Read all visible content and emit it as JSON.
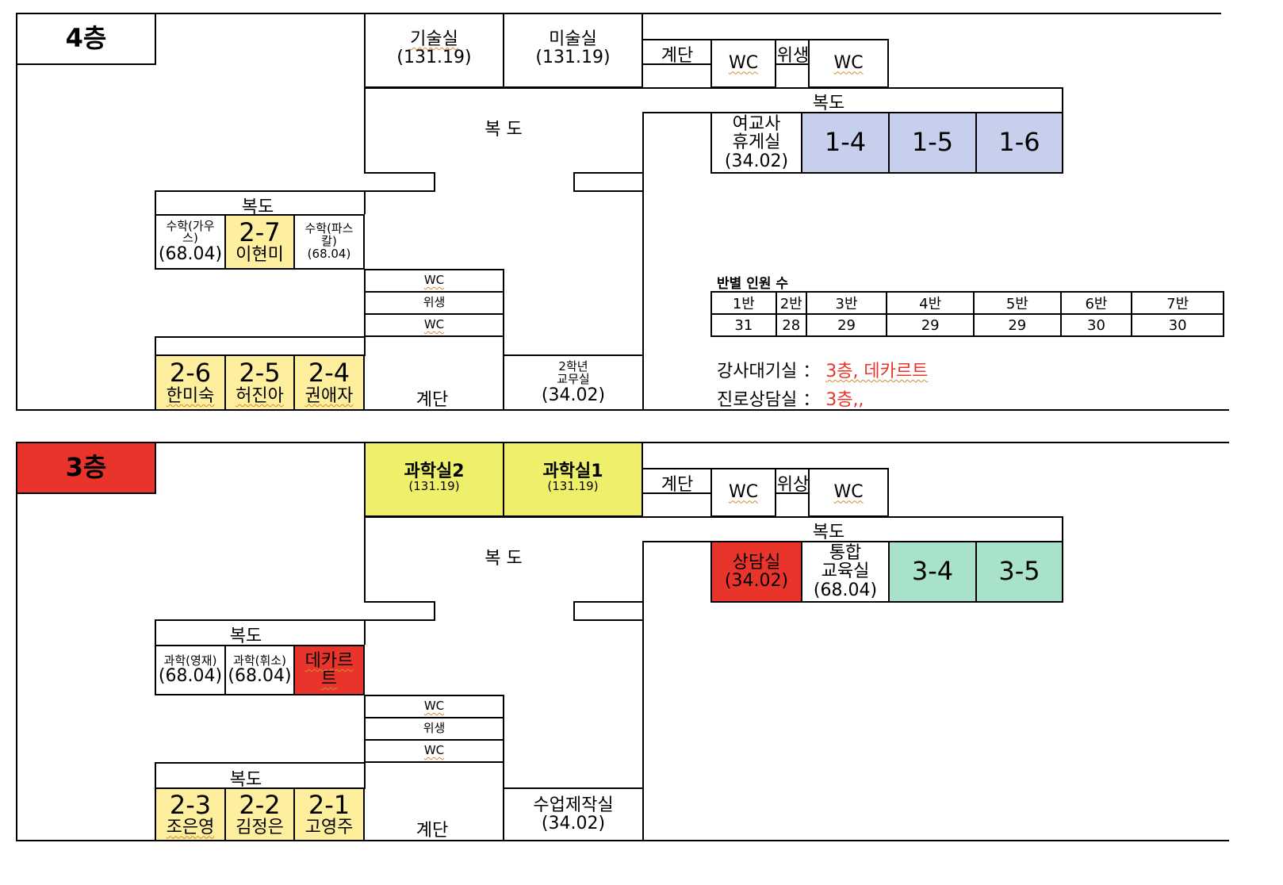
{
  "floor4": {
    "title": "4층",
    "room_gisul": {
      "name": "기술실",
      "area": "(131.19)"
    },
    "room_misul": {
      "name": "미술실",
      "area": "(131.19)"
    },
    "stairs_top": "계단",
    "wc_top_a": "WC",
    "wisaeng_top": "위생",
    "wc_top_b": "WC",
    "corridor_right": "복도",
    "corridor_center": "복  도",
    "teacher_lounge": {
      "l1": "여교사",
      "l2": "휴게실",
      "l3": "(34.02)"
    },
    "class_1_4": "1-4",
    "class_1_5": "1-5",
    "class_1_6": "1-6",
    "corridor_left_a": "복도",
    "math_gauss": {
      "l1": "수학(가우",
      "l2": "스)",
      "l3": "(68.04)"
    },
    "class_2_7": {
      "num": "2-7",
      "teacher": "이현미"
    },
    "math_pascal": {
      "l1": "수학(파스",
      "l2": "칼)",
      "l3": "(68.04)"
    },
    "wc_mid_a": "WC",
    "wisaeng_mid": "위생",
    "wc_mid_b": "WC",
    "class_2_6": {
      "num": "2-6",
      "teacher": "한미숙"
    },
    "class_2_5": {
      "num": "2-5",
      "teacher": "허진아"
    },
    "class_2_4": {
      "num": "2-4",
      "teacher": "권애자"
    },
    "stairs_bottom": "계단",
    "grade2_office": {
      "l1": "2학년",
      "l2": "교무실",
      "l3": "(34.02)"
    },
    "stats": {
      "title": "반별 인원 수",
      "headers": [
        "1반",
        "2반",
        "3반",
        "4반",
        "5반",
        "6반",
        "7반"
      ],
      "values": [
        "31",
        "28",
        "29",
        "29",
        "29",
        "30",
        "30"
      ]
    },
    "note1": {
      "label": "강사대기실 ：",
      "value": "3층, 데카르트"
    },
    "note2": {
      "label": "진로상담실 ：",
      "value": "3층,,"
    }
  },
  "floor3": {
    "title": "3층",
    "sci2": {
      "name": "과학실2",
      "area": "(131.19)"
    },
    "sci1": {
      "name": "과학실1",
      "area": "(131.19)"
    },
    "stairs_top": "계단",
    "wc_top_a": "WC",
    "wisaeng_top": "위상",
    "wc_top_b": "WC",
    "corridor_right": "복도",
    "corridor_center": "복  도",
    "counsel": {
      "l1": "상담실",
      "l2": "(34.02)"
    },
    "integrated": {
      "l1": "통합",
      "l2": "교육실",
      "l3": "(68.04)"
    },
    "class_3_4": "3-4",
    "class_3_5": "3-5",
    "corridor_left_a": "복도",
    "sci_yeongjae": {
      "l1": "과학(영재)",
      "l2": "(68.04)"
    },
    "sci_hwiso": {
      "l1": "과학(휘소)",
      "l2": "(68.04)"
    },
    "descartes": {
      "l1": "데카르",
      "l2": "트"
    },
    "wc_mid_a": "WC",
    "wisaeng_mid": "위생",
    "wc_mid_b": "WC",
    "corridor_left_b": "복도",
    "class_2_3": {
      "num": "2-3",
      "teacher": "조은영"
    },
    "class_2_2": {
      "num": "2-2",
      "teacher": "김정은"
    },
    "class_2_1": {
      "num": "2-1",
      "teacher": "고영주"
    },
    "stairs_bottom": "계단",
    "production": {
      "l1": "수업제작실",
      "l2": "(34.02)"
    }
  },
  "colors": {
    "yellow": "#fdef9e",
    "blue": "#c6d0ec",
    "green": "#a9e2cb",
    "red": "#e8342a",
    "lime": "#eef06b"
  }
}
